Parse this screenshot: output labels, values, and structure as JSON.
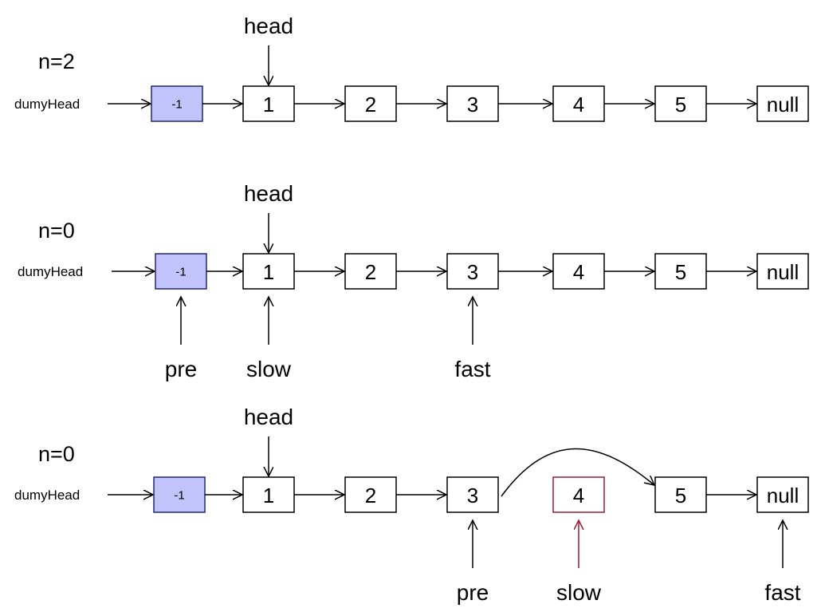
{
  "colors": {
    "dummy_fill": "#c3c3fb",
    "dummy_stroke": "#1f2a6b",
    "removed_stroke": "#9b1b30",
    "removed_arrow": "#9b1b30",
    "stroke": "#000000"
  },
  "rows": [
    {
      "n_label": "n=2",
      "dummy_label": "dumyHead",
      "head_label": "head",
      "nodes": [
        "-1",
        "1",
        "2",
        "3",
        "4",
        "5",
        "null"
      ],
      "pointers": []
    },
    {
      "n_label": "n=0",
      "dummy_label": "dumyHead",
      "head_label": "head",
      "nodes": [
        "-1",
        "1",
        "2",
        "3",
        "4",
        "5",
        "null"
      ],
      "pointers": [
        {
          "label": "pre",
          "node": 0
        },
        {
          "label": "slow",
          "node": 1
        },
        {
          "label": "fast",
          "node": 3
        }
      ]
    },
    {
      "n_label": "n=0",
      "dummy_label": "dumyHead",
      "head_label": "head",
      "nodes": [
        "-1",
        "1",
        "2",
        "3",
        "4",
        "5",
        "null"
      ],
      "removed_node": 4,
      "pointers": [
        {
          "label": "pre",
          "node": 3
        },
        {
          "label": "slow",
          "node": 4,
          "highlight": true
        },
        {
          "label": "fast",
          "node": 6
        }
      ]
    }
  ]
}
